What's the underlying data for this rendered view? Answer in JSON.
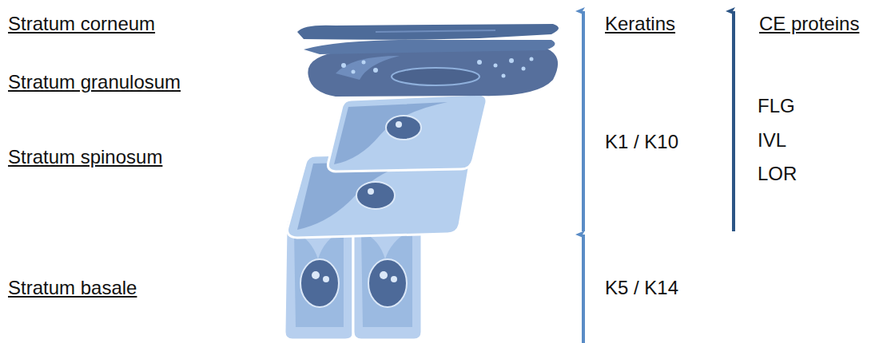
{
  "diagram": {
    "labels": [
      "Stratum corneum",
      "Stratum granulosum",
      "Stratum spinosum",
      "Stratum basale",
      "Keratins",
      "CE proteins",
      "K1 / K10",
      "K5 / K14",
      "FLG",
      "IVL",
      "LOR"
    ]
  }
}
